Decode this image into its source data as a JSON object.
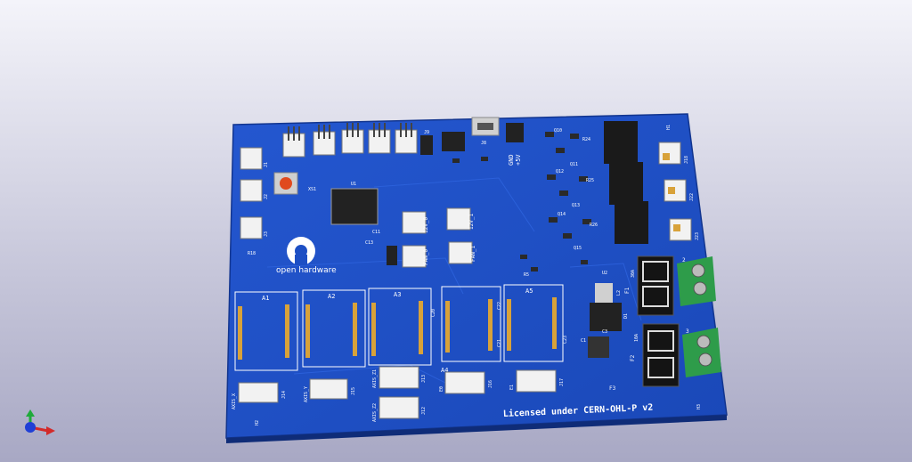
{
  "board": {
    "license_text": "Licensed under CERN-OHL-P v2",
    "logo_text": "open hardware",
    "power_label_gnd": "GND",
    "power_label_5v": "+5V",
    "driver_labels": [
      "A1",
      "A2",
      "A3",
      "A4",
      "A5"
    ],
    "connector_labels": [
      "J14",
      "J15",
      "J13",
      "J12",
      "J16",
      "J17"
    ],
    "axis_labels": [
      "AXIS_X",
      "AXIS_Y",
      "AXIS_Z1",
      "AXIS_Z2",
      "E0",
      "E1"
    ],
    "fan_labels": [
      "12V_0",
      "12V_1",
      "FAN_0",
      "FAN_1"
    ],
    "fuse_labels": [
      "F1",
      "F2",
      "F3"
    ],
    "ic_labels": [
      "U1",
      "U2",
      "L2",
      "D1",
      "C1",
      "C3"
    ],
    "mosfet_labels": [
      "Q10",
      "Q11",
      "Q12",
      "Q13",
      "Q14",
      "Q15"
    ],
    "header_labels": [
      "J1",
      "J2",
      "J3",
      "J9",
      "J8",
      "J18",
      "J22",
      "J23"
    ],
    "misc_labels": [
      "H1",
      "H2",
      "H3",
      "XS1",
      "R18",
      "R5",
      "R24",
      "R25",
      "R26",
      "C11",
      "C13",
      "C20",
      "C21",
      "C22",
      "C23"
    ],
    "fuse_ratings": [
      "30A",
      "10A"
    ],
    "terminal_labels": [
      "2",
      "3"
    ]
  },
  "colors": {
    "pcb": "#1d4fc4",
    "pcb_dark": "#163fa6",
    "silkscreen": "#ffffff",
    "terminal": "#2e9c4a",
    "reset_button": "#e04a1e",
    "pad": "#d8a23a"
  },
  "axes_gizmo": {
    "icon": "3d-axes-icon"
  }
}
